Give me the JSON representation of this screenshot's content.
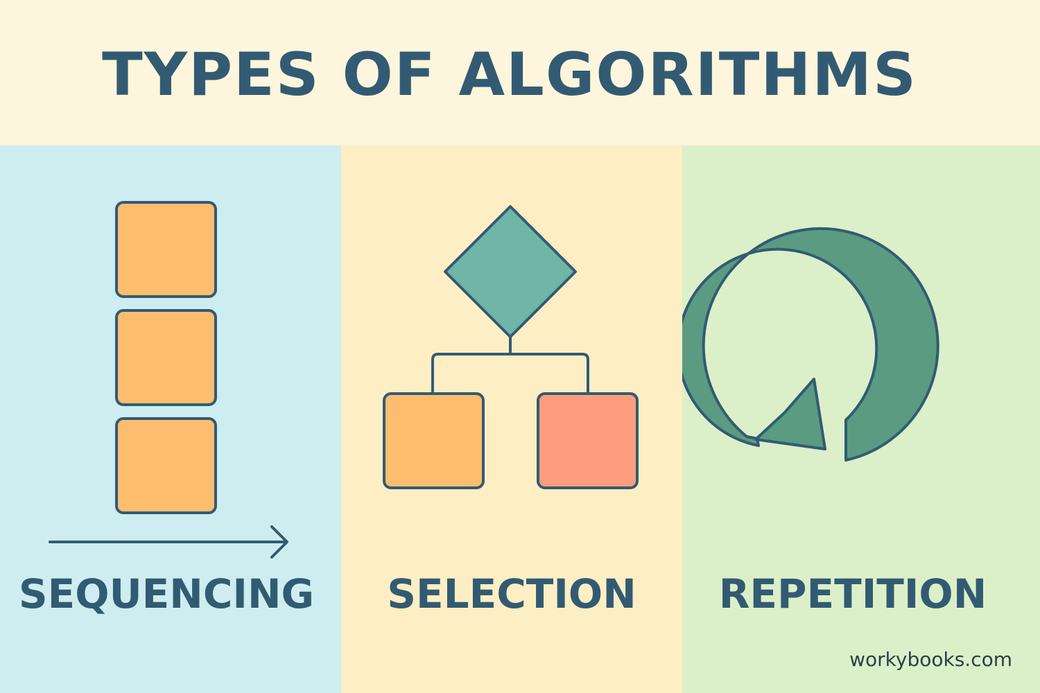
{
  "title": "TYPES OF ALGORITHMS",
  "panels": [
    {
      "label": "SEQUENCING",
      "icon": "stacked-blocks-arrow-icon",
      "background": "#cdedf0"
    },
    {
      "label": "SELECTION",
      "icon": "decision-flowchart-icon",
      "background": "#fdeec4"
    },
    {
      "label": "REPETITION",
      "icon": "loop-arrow-icon",
      "background": "#dbf0c8"
    }
  ],
  "watermark": "workybooks.com",
  "colors": {
    "outline": "#325b73",
    "orange": "#fdbd6e",
    "coral": "#fd9d7d",
    "teal": "#70b5a8",
    "green": "#5b9b81"
  }
}
